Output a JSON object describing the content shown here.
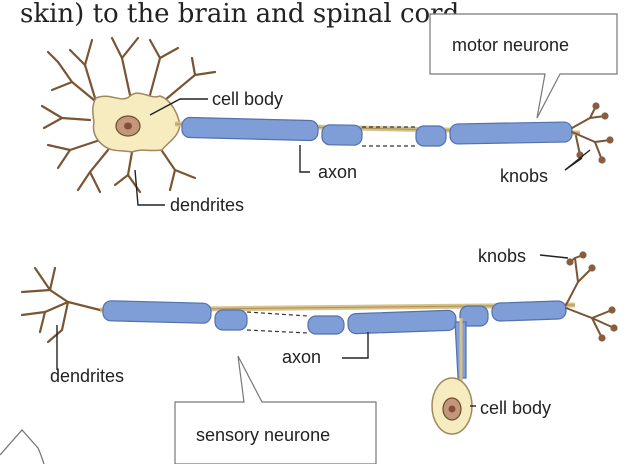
{
  "top_text": "skin) to the brain and spinal cord.",
  "colors": {
    "myelin": "#7f9dd6",
    "myelin_edge": "#5271ad",
    "axon": "#d8c187",
    "cell_body": "#f6ecc0",
    "nucleus": "#c2987a",
    "dendrite": "#7a5533"
  },
  "motor": {
    "callout": "motor neurone",
    "cell_body": "cell body",
    "axon": "axon",
    "knobs": "knobs",
    "dendrites": "dendrites"
  },
  "sensory": {
    "callout": "sensory neurone",
    "knobs": "knobs",
    "dendrites": "dendrites",
    "axon": "axon",
    "cell_body": "cell body"
  }
}
